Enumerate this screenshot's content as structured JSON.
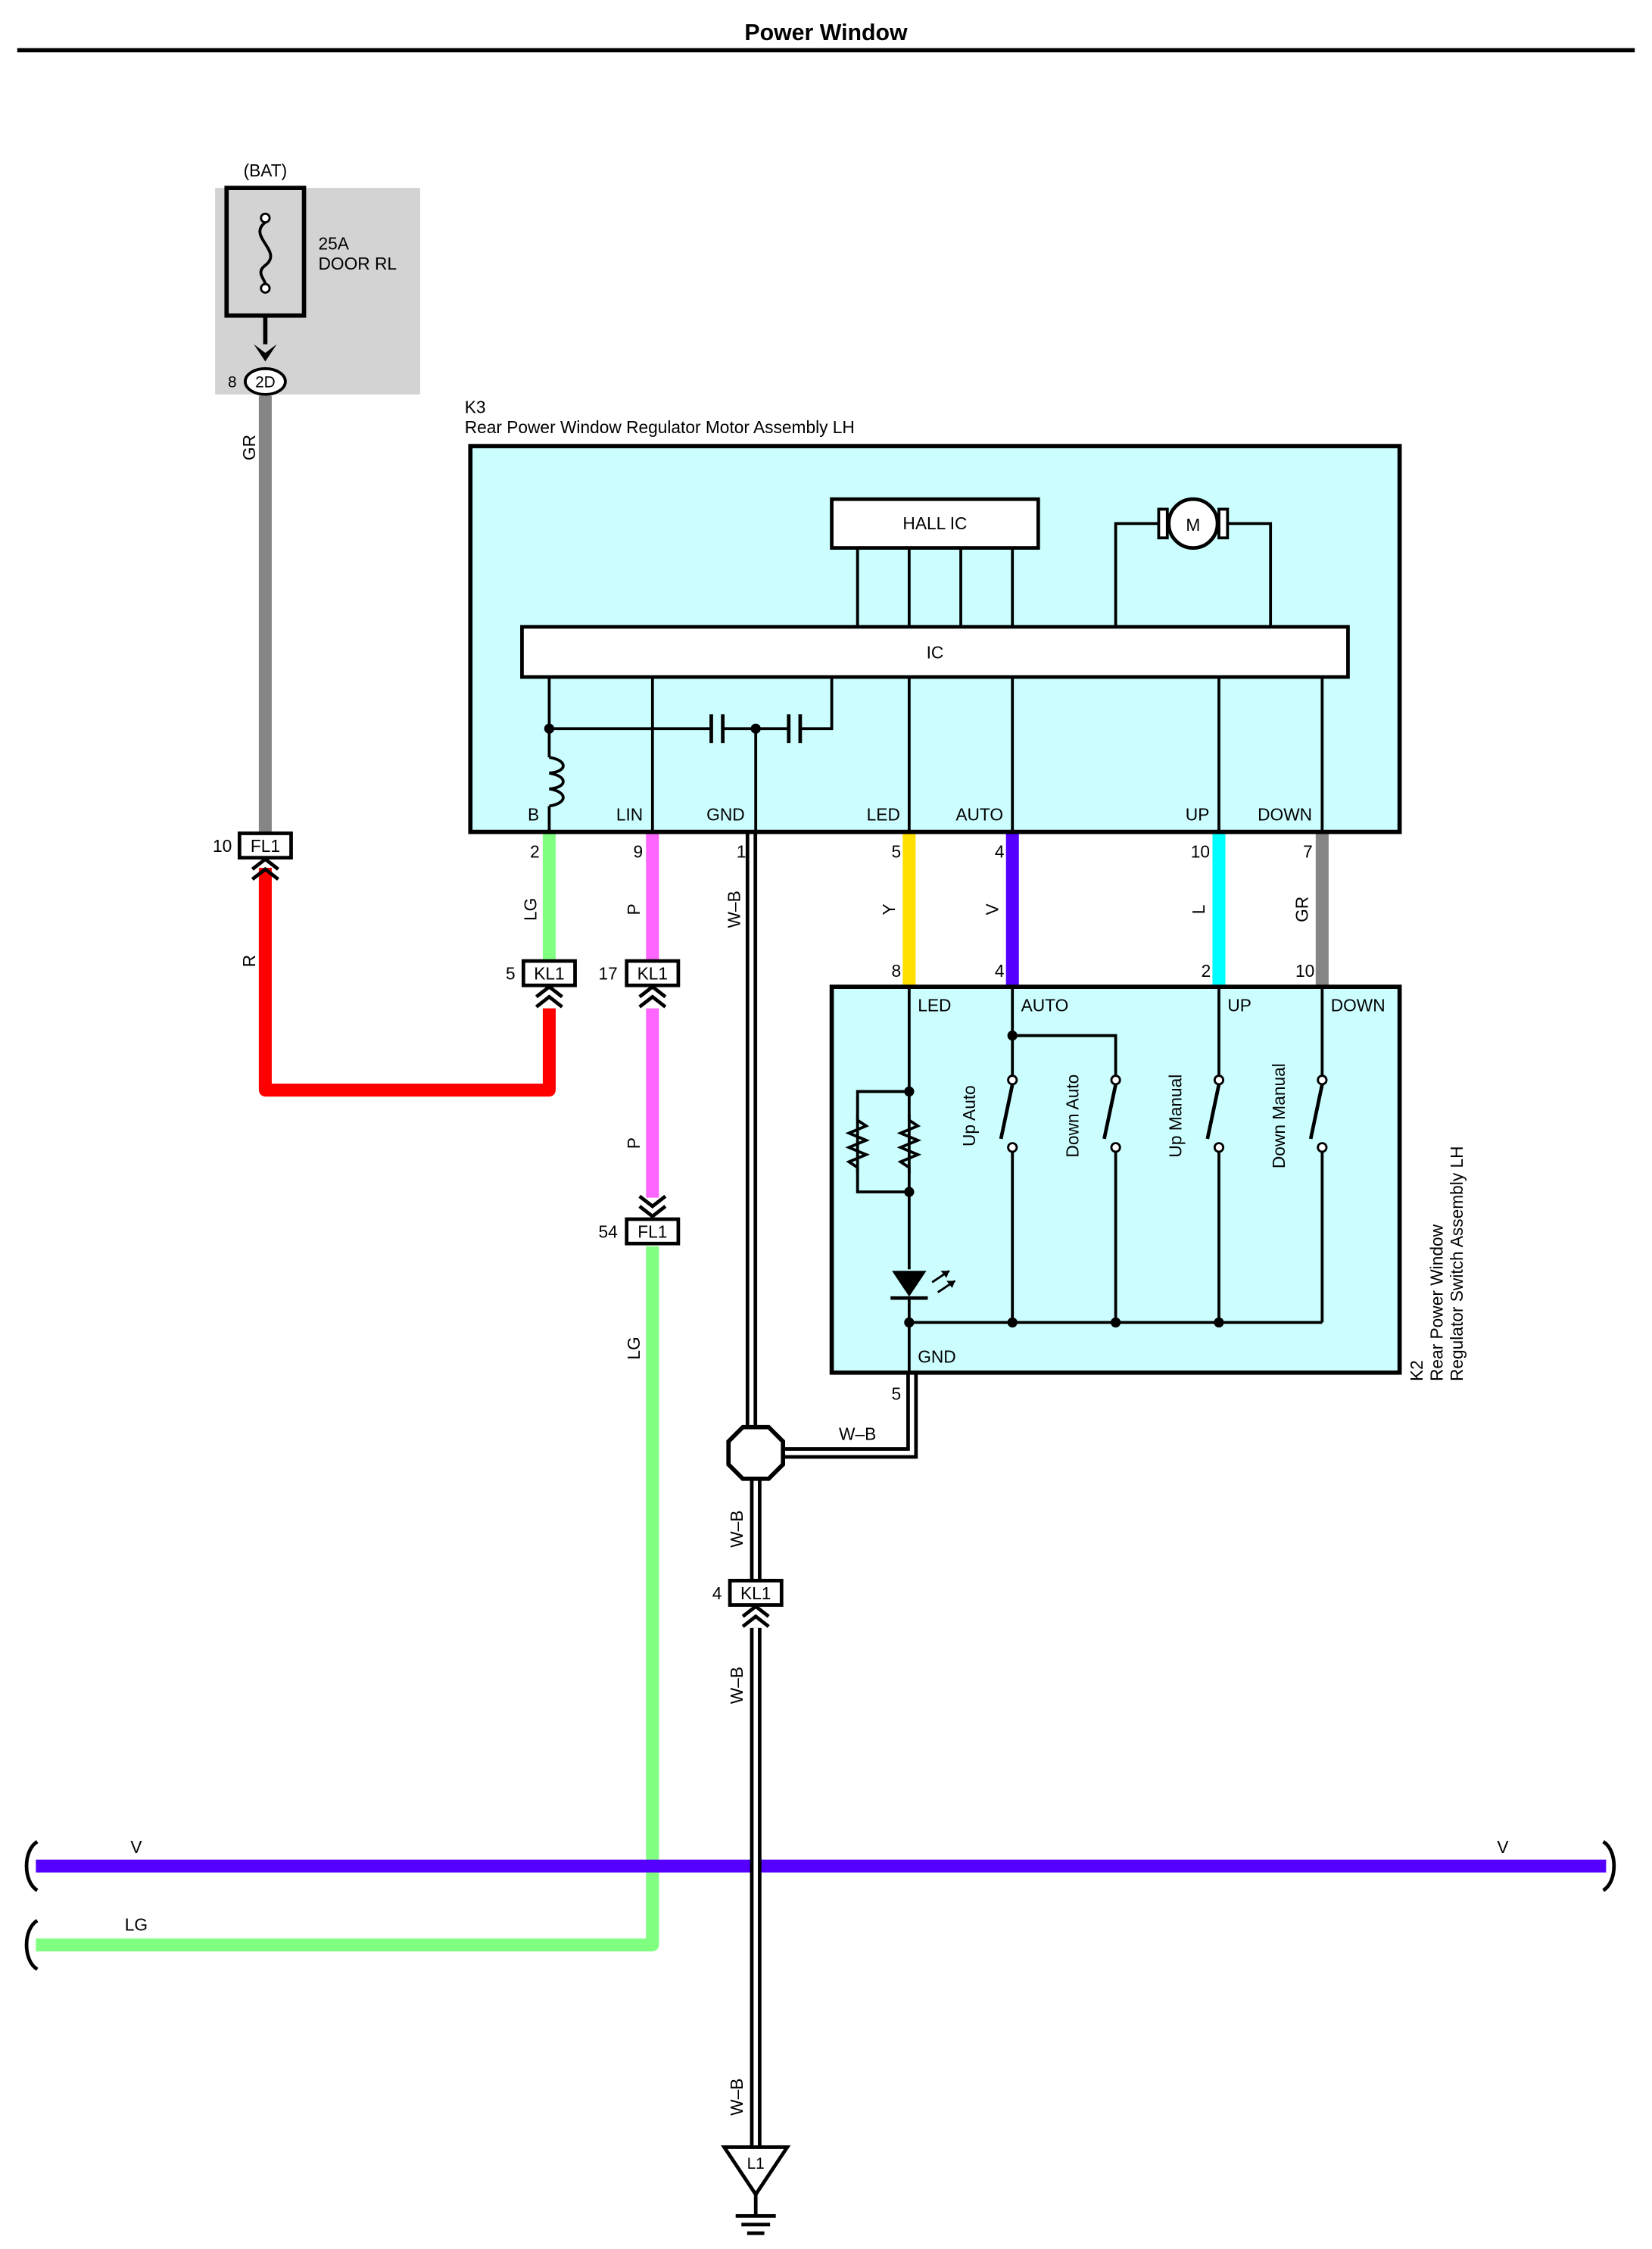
{
  "title": "Power Window",
  "colors": {
    "GR": "#858585",
    "R": "#ff0000",
    "LG": "#80ff80",
    "P": "#ff66ff",
    "Y": "#ffe000",
    "V": "#5500ff",
    "L": "#00ffff",
    "WB": "#000000",
    "module_fill": "#ccfeff",
    "fuse_box_fill": "#d3d3d3"
  },
  "fuse": {
    "source": "(BAT)",
    "rating": "25A",
    "name": "DOOR RL",
    "connector_pin": "8",
    "connector": "2D"
  },
  "k3": {
    "id": "K3",
    "name": "Rear Power Window Regulator Motor Assembly LH",
    "hall_ic": "HALL IC",
    "ic": "IC",
    "motor": "M",
    "pins": {
      "b": {
        "label": "B",
        "num": "2"
      },
      "lin": {
        "label": "LIN",
        "num": "9"
      },
      "gnd": {
        "label": "GND",
        "num": "1"
      },
      "led": {
        "label": "LED",
        "num": "5"
      },
      "auto": {
        "label": "AUTO",
        "num": "4"
      },
      "up": {
        "label": "UP",
        "num": "10"
      },
      "down": {
        "label": "DOWN",
        "num": "7"
      }
    }
  },
  "k2": {
    "id": "K2",
    "name_line1": "Rear Power Window",
    "name_line2": "Regulator Switch Assembly LH",
    "pins": {
      "led": {
        "label": "LED",
        "num": "8"
      },
      "auto": {
        "label": "AUTO",
        "num": "4"
      },
      "up": {
        "label": "UP",
        "num": "2"
      },
      "down": {
        "label": "DOWN",
        "num": "10"
      },
      "gnd": {
        "label": "GND",
        "num": "5"
      }
    },
    "switches": [
      "Up Auto",
      "Down Auto",
      "Up Manual",
      "Down Manual"
    ]
  },
  "connectors": {
    "fl1_top": {
      "pin": "10",
      "name": "FL1"
    },
    "kl1_b": {
      "pin": "5",
      "name": "KL1"
    },
    "kl1_lin": {
      "pin": "17",
      "name": "KL1"
    },
    "fl1_lin": {
      "pin": "54",
      "name": "FL1"
    },
    "kl1_gnd": {
      "pin": "4",
      "name": "KL1"
    }
  },
  "wire_labels": {
    "gr_top": "GR",
    "r": "R",
    "lg_b": "LG",
    "p1": "P",
    "p2": "P",
    "lg_long": "LG",
    "wb_k3": "W–B",
    "y": "Y",
    "v": "V",
    "l": "L",
    "gr_down": "GR",
    "wb_k2": "W–B",
    "wb_mid": "W–B",
    "wb_low": "W–B",
    "wb_bottom": "W–B",
    "bus_v_left": "V",
    "bus_v_right": "V",
    "bus_lg": "LG"
  },
  "ground": "L1"
}
